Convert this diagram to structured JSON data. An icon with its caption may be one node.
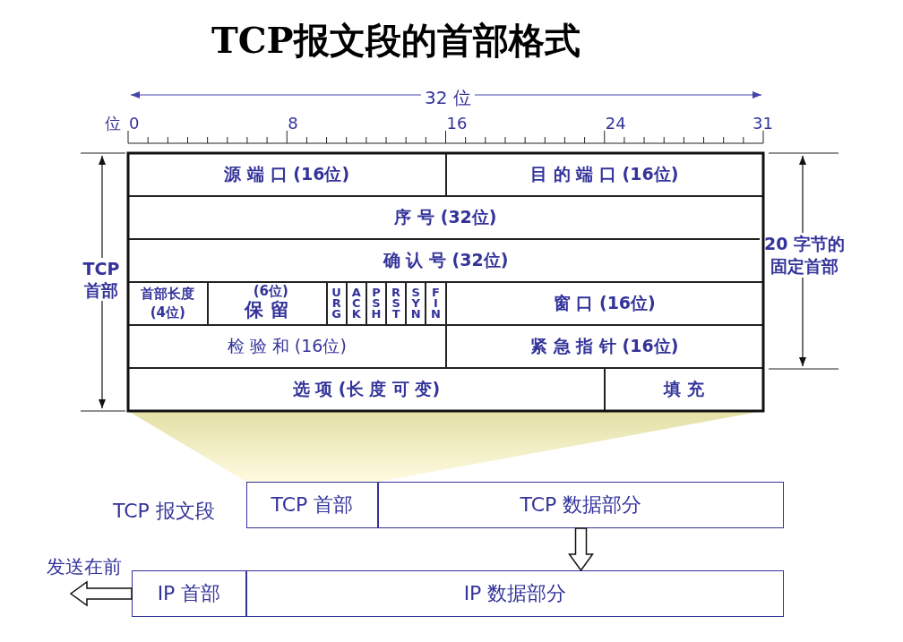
{
  "diagram": {
    "title": "TCP报文段的首部格式",
    "nodes": [
      {
        "text": [
          "源 端 口 (16位)"
        ]
      },
      {
        "text": [
          "目 的 端 口 (16位)"
        ]
      },
      {
        "text": [
          "序 号 (32位)"
        ]
      },
      {
        "text": [
          "确 认 号 (32位)"
        ]
      },
      {
        "text": [
          "首部长度(4位)"
        ]
      },
      {
        "text": [
          "(6位)",
          "保 留"
        ]
      },
      {
        "text": [
          "URG"
        ]
      },
      {
        "text": [
          "ACK"
        ]
      },
      {
        "text": [
          "PSH"
        ]
      },
      {
        "text": [
          "RST"
        ]
      },
      {
        "text": [
          "SYN"
        ]
      },
      {
        "text": [
          "FIN"
        ]
      },
      {
        "text": [
          "窗 口 (16位)"
        ]
      },
      {
        "text": [
          "检 验 和 (16位)"
        ]
      },
      {
        "text": [
          "紧 急 指 针 (16位)"
        ]
      },
      {
        "text": [
          "选 项 (长 度 可 变)"
        ]
      },
      {
        "text": [
          "填 充"
        ]
      },
      {
        "text": [
          "TCP 首部"
        ]
      },
      {
        "text": [
          "TCP 数据部分"
        ]
      },
      {
        "text": [
          "IP 首部"
        ]
      },
      {
        "text": [
          "IP 数据部分"
        ]
      }
    ],
    "edges": [
      {
        "from": 18,
        "to": 20,
        "arrow": "to"
      },
      {
        "from": 19,
        "to": null,
        "arrow": "to"
      }
    ],
    "labels": [
      "32 位",
      "位",
      "0",
      "8",
      "16",
      "24",
      "31",
      "TCP 首部",
      "20 字节的固定首部",
      "TCP 报文段",
      "发送在前"
    ]
  }
}
